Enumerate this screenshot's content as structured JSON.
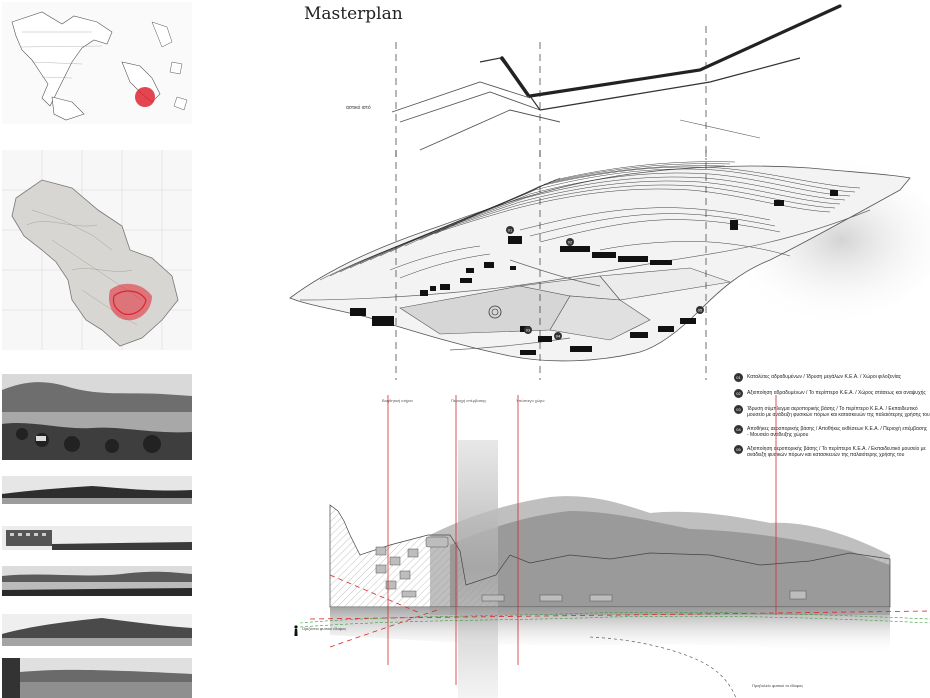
{
  "header": {
    "title": "Masterplan"
  },
  "masterplan": {
    "context_label": "αστικό ιστό",
    "markers": [
      "01",
      "02",
      "03",
      "04",
      "05"
    ]
  },
  "section": {
    "labels": [
      "Βοηθητική κτήρια",
      "Περιοχή επέμβασης",
      "Υπόστεγο χώρο"
    ],
    "ground_label_left": "Οριζόντιο φυσικό έδαφος",
    "ground_label_right": "Προβολείο φυσικό το έδαφος"
  },
  "legend": {
    "items": [
      {
        "num": "01",
        "text": "Καταλύτες αδραδυμένων / Ίδρυση μεγάλων Κ.Ε.Α. / Χώροι φιλοξενίας"
      },
      {
        "num": "02",
        "text": "Αξιοποίηση αδραδυμένων / Το περίπτερο Κ.Ε.Α. / Χώρος στάσεως και αναψυχής"
      },
      {
        "num": "03",
        "text": "Ίδρυση σύμπλεγμα αεροπορικής βάσης / Το περίπτερο Κ.Ε.Α. / Εκπαιδευτικό μουσείο με ανάδειξη φυσικών πόρων και κατασκευών της παλαιότερης χρήσης του"
      },
      {
        "num": "04",
        "text": "Αποθήκες αεροπορικής βάσης / Αποθήκες εκθέσεων Κ.Ε.Α. / Περιοχή επέμβασης - Μουσείο ανάδειξης χώρου"
      },
      {
        "num": "05",
        "text": "Αξιοποίηση αεροπορικής βάσης / Το περίπτερο Κ.Ε.Α. / Εκπαιδευτικό μουσείο με ανάδειξη φυσικών πόρων και κατασκευών της παλαιότερης χρήσης του"
      }
    ]
  },
  "colors": {
    "highlight": "#e0242f",
    "section_line": "#d42b2b",
    "ground_green": "#3a9a3a",
    "building": "#111111",
    "grey_fog": "#c8c8c8"
  }
}
